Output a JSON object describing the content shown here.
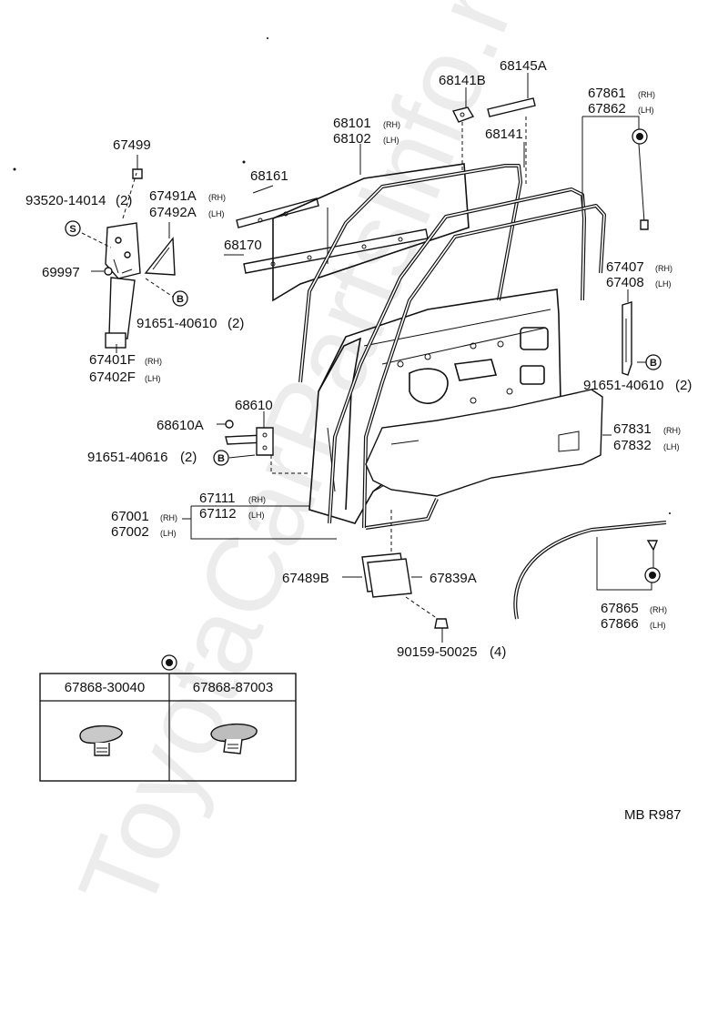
{
  "watermark": "ToyotaCarPartsInfo.ru",
  "diagram_code": "MB R987",
  "symbols": {
    "S": "S",
    "B": "B"
  },
  "labels": {
    "p67499": "67499",
    "p93520": "93520-14014",
    "p93520_qty": "(2)",
    "p67491A": "67491A",
    "p67492A": "67492A",
    "p69997": "69997",
    "p91651_a": "91651-40610",
    "p91651_a_qty": "(2)",
    "p67401F": "67401F",
    "p67402F": "67402F",
    "p68161": "68161",
    "p68170": "68170",
    "p68101": "68101",
    "p68102": "68102",
    "p68141B": "68141B",
    "p68145A": "68145A",
    "p68141": "68141",
    "p67861": "67861",
    "p67862": "67862",
    "p67407": "67407",
    "p67408": "67408",
    "p91651_b": "91651-40610",
    "p91651_b_qty": "(2)",
    "p68610": "68610",
    "p68610A": "68610A",
    "p91651_c": "91651-40616",
    "p91651_c_qty": "(2)",
    "p67831": "67831",
    "p67832": "67832",
    "p67111": "67111",
    "p67112": "67112",
    "p67001": "67001",
    "p67002": "67002",
    "p67489B": "67489B",
    "p67839A": "67839A",
    "p67865": "67865",
    "p67866": "67866",
    "p90159": "90159-50025",
    "p90159_qty": "(4)",
    "rh": "(RH)",
    "lh": "(LH)"
  },
  "clip_table": {
    "col1": "67868-30040",
    "col2": "67868-87003"
  }
}
